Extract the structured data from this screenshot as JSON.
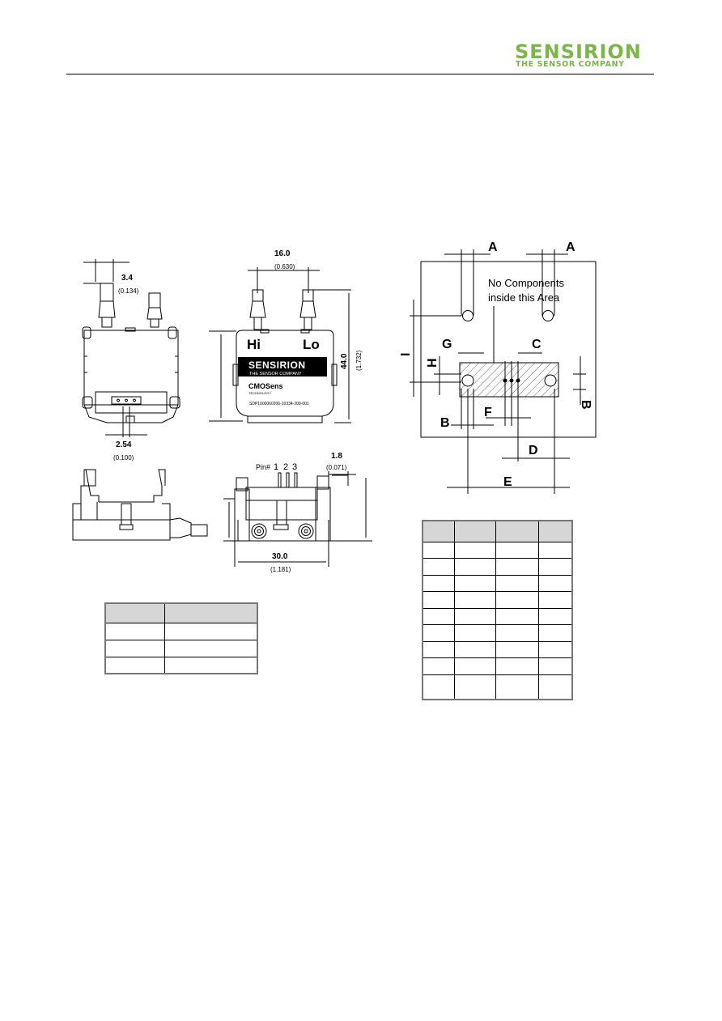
{
  "header": {
    "logo_main": "SENSIRION",
    "logo_sub": "THE SENSOR COMPANY"
  },
  "drawing": {
    "dim_3_4": "3.4",
    "dim_3_4_in": "(0.134)",
    "dim_2_54": "2.54",
    "dim_2_54_in": "(0.100)",
    "dim_16_0": "16.0",
    "dim_16_0_in": "(0.630)",
    "dim_44_0": "44.0",
    "dim_44_0_in": "(1.732)",
    "port_hi": "Hi",
    "port_lo": "Lo",
    "label_brand": "SENSIRION",
    "label_brand_sub": "THE SENSOR COMPANY",
    "label_cmos": "CMOSens",
    "label_cmos_sub": "TECHNOLOGY",
    "label_part": "SDP1000060206-10334-200-001",
    "pin_prefix": "Pin#",
    "pin_1": "1",
    "pin_2": "2",
    "pin_3": "3",
    "dim_1_8": "1.8",
    "dim_1_8_in": "(0.071)",
    "dim_30_0": "30.0",
    "dim_30_0_in": "(1.181)"
  },
  "footprint": {
    "label_a": "A",
    "label_b": "B",
    "label_c": "C",
    "label_d": "D",
    "label_e": "E",
    "label_f": "F",
    "label_g": "G",
    "label_h": "H",
    "label_i": "I",
    "note_line1": "No Components",
    "note_line2": "inside this Area"
  }
}
